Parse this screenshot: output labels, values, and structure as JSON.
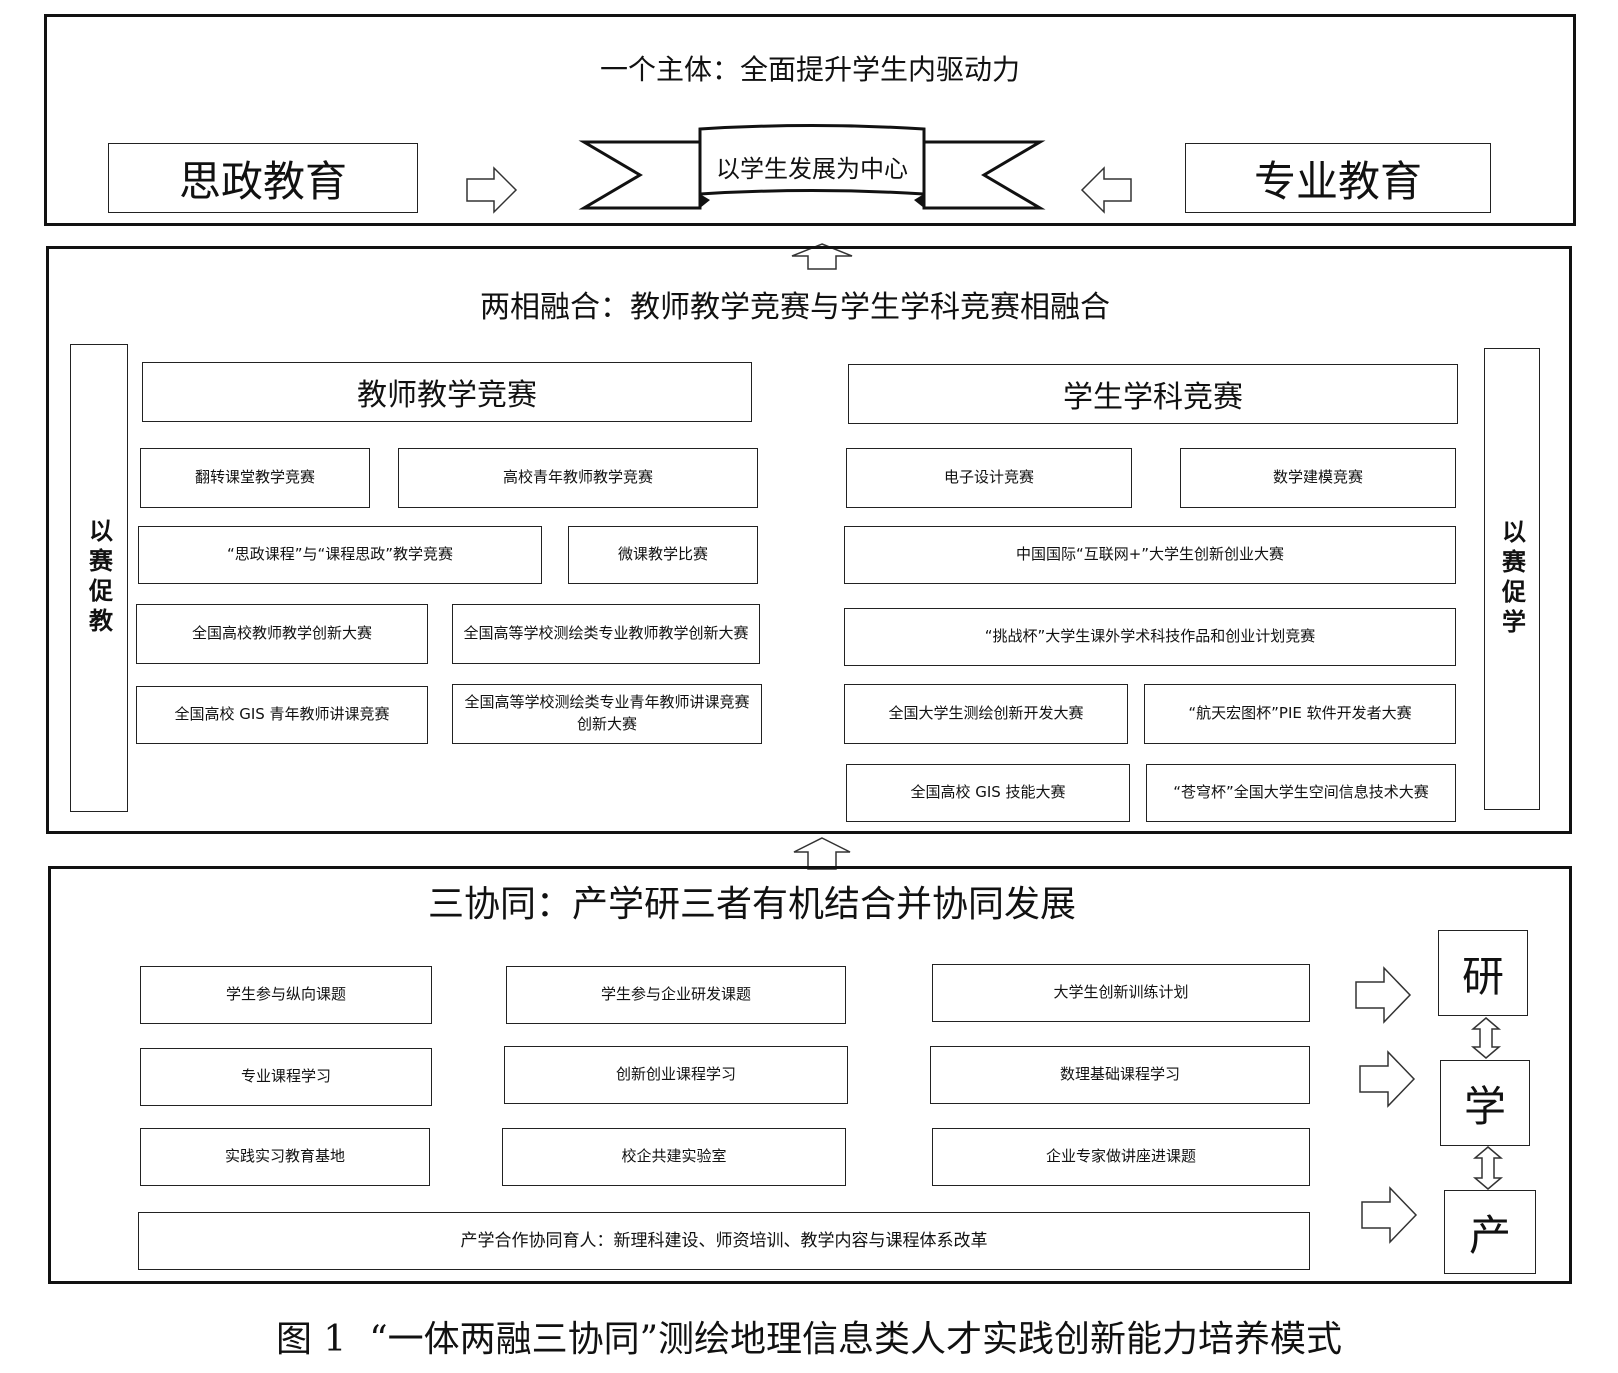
{
  "panel1": {
    "title": "一个主体：全面提升学生内驱动力",
    "left_box": "思政教育",
    "center_banner": "以学生发展为中心",
    "right_box": "专业教育"
  },
  "panel2": {
    "title": "两相融合：教师教学竞赛与学生学科竞赛相融合",
    "left_side_label": "以赛促教",
    "right_side_label": "以赛促学",
    "teacher_header": "教师教学竞赛",
    "student_header": "学生学科竞赛",
    "teacher_items": [
      "翻转课堂教学竞赛",
      "高校青年教师教学竞赛",
      "“思政课程”与“课程思政”教学竞赛",
      "微课教学比赛",
      "全国高校教师教学创新大赛",
      "全国高等学校测绘类专业教师教学创新大赛",
      "全国高校 GIS 青年教师讲课竞赛",
      "全国高等学校测绘类专业青年教师讲课竞赛创新大赛"
    ],
    "student_items": [
      "电子设计竞赛",
      "数学建模竞赛",
      "中国国际“互联网+”大学生创新创业大赛",
      "“挑战杯”大学生课外学术科技作品和创业计划竞赛",
      "全国大学生测绘创新开发大赛",
      "“航天宏图杯”PIE 软件开发者大赛",
      "全国高校 GIS 技能大赛",
      "“苍穹杯”全国大学生空间信息技术大赛"
    ]
  },
  "panel3": {
    "title": "三协同：产学研三者有机结合并协同发展",
    "items": [
      "学生参与纵向课题",
      "学生参与企业研发课题",
      "大学生创新训练计划",
      "专业课程学习",
      "创新创业课程学习",
      "数理基础课程学习",
      "实践实习教育基地",
      "校企共建实验室",
      "企业专家做讲座进课题"
    ],
    "bottom_item": "产学合作协同育人：新理科建设、师资培训、教学内容与课程体系改革",
    "side_labels": [
      "研",
      "学",
      "产"
    ]
  },
  "caption": "图 1  “一体两融三协同”测绘地理信息类人才实践创新能力培养模式"
}
